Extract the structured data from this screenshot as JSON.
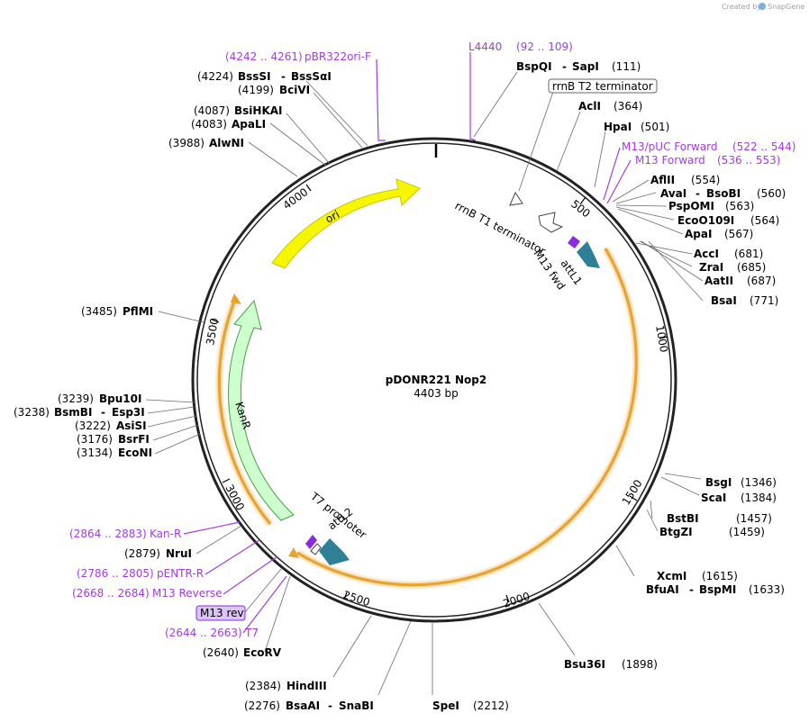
{
  "watermark": {
    "prefix": "Created by",
    "brand": "SnapGene"
  },
  "title": "pDONR221 Nop2",
  "length": "4403 bp",
  "ticks": [
    "500",
    "1000",
    "1500",
    "2000",
    "2500",
    "3000",
    "3500",
    "4000"
  ],
  "features": {
    "ori": "ori",
    "kanr": "KanR",
    "rrnb_t1": "rrnB T1 terminator",
    "m13_fwd": "M13 fwd",
    "attl1": "attL1",
    "t7_promoter": "T7 promoter",
    "attl2": "attL2"
  },
  "boxed_labels": {
    "rrnb_t2": "rrnB T2 terminator",
    "m13_rev": "M13 rev"
  },
  "enzymes": {
    "pbr322ori_pos": "(4242 .. 4261)",
    "pbr322ori_name": "pBR322ori-F",
    "bsssi_pos": "(4224)",
    "bsssi_name": "BssSI",
    "bsssi_iso": "BssSαI",
    "bcivi_pos": "(4199)",
    "bcivi_name": "BciVI",
    "bsihkai_pos": "(4087)",
    "bsihkai_name": "BsiHKAI",
    "apali_pos": "(4083)",
    "apali_name": "ApaLI",
    "alwni_pos": "(3988)",
    "alwni_name": "AlwNI",
    "pflmi_pos": "(3485)",
    "pflmi_name": "PflMI",
    "bpu10i_pos": "(3239)",
    "bpu10i_name": "Bpu10I",
    "bsmbi_pos": "(3238)",
    "bsmbi_name": "BsmBI",
    "bsmbi_iso": "Esp3I",
    "asisi_pos": "(3222)",
    "asisi_name": "AsiSI",
    "bsrfi_pos": "(3176)",
    "bsrfi_name": "BsrFI",
    "econi_pos": "(3134)",
    "econi_name": "EcoNI",
    "kanr_primer_pos": "(2864 .. 2883)",
    "kanr_primer_name": "Kan-R",
    "nrui_pos": "(2879)",
    "nrui_name": "NruI",
    "pentr_pos": "(2786 .. 2805)",
    "pentr_name": "pENTR-R",
    "m13rev_pos": "(2668 .. 2684)",
    "m13rev_name": "M13 Reverse",
    "t7_pos": "(2644 .. 2663)",
    "t7_name": "T7",
    "ecorv_pos": "(2640)",
    "ecorv_name": "EcoRV",
    "hindiii_pos": "(2384)",
    "hindiii_name": "HindIII",
    "bsaai_pos": "(2276)",
    "bsaai_name": "BsaAI",
    "bsaai_iso": "SnaBI",
    "spei_name": "SpeI",
    "spei_pos": "(2212)",
    "bsu36i_name": "Bsu36I",
    "bsu36i_pos": "(1898)",
    "l4440_name": "L4440",
    "l4440_pos": "(92 .. 109)",
    "bspqi_name": "BspQI",
    "bspqi_iso": "SapI",
    "bspqi_pos": "(111)",
    "acli_name": "AclI",
    "acli_pos": "(364)",
    "hpai_name": "HpaI",
    "hpai_pos": "(501)",
    "m13puc_name": "M13/pUC Forward",
    "m13puc_pos": "(522 .. 544)",
    "m13f_name": "M13 Forward",
    "m13f_pos": "(536 .. 553)",
    "aflii_name": "AflII",
    "aflii_pos": "(554)",
    "avai_name": "AvaI",
    "avai_iso": "BsoBI",
    "avai_pos": "(560)",
    "pspomi_name": "PspOMI",
    "pspomi_pos": "(563)",
    "eco0109i_name": "EcoO109I",
    "eco0109i_pos": "(564)",
    "apai_name": "ApaI",
    "apai_pos": "(567)",
    "acci_name": "AccI",
    "acci_pos": "(681)",
    "zrai_name": "ZraI",
    "zrai_pos": "(685)",
    "aatii_name": "AatII",
    "aatii_pos": "(687)",
    "bsai_name": "BsaI",
    "bsai_pos": "(771)",
    "bsgi_name": "BsgI",
    "bsgi_pos": "(1346)",
    "scai_name": "ScaI",
    "scai_pos": "(1384)",
    "bstbi_name": "BstBI",
    "bstbi_pos": "(1457)",
    "btgzi_name": "BtgZI",
    "btgzi_pos": "(1459)",
    "xcmi_name": "XcmI",
    "xcmi_pos": "(1615)",
    "bfuai_name": "BfuAI",
    "bfuai_iso": "BspMI",
    "bfuai_pos": "(1633)"
  },
  "colors": {
    "ori": "#f6f600",
    "kanr": "#ccffcc",
    "att": "#2f7f96",
    "insert": "#f2b134",
    "primer": "#a23ce0",
    "backbone": "#222222"
  }
}
